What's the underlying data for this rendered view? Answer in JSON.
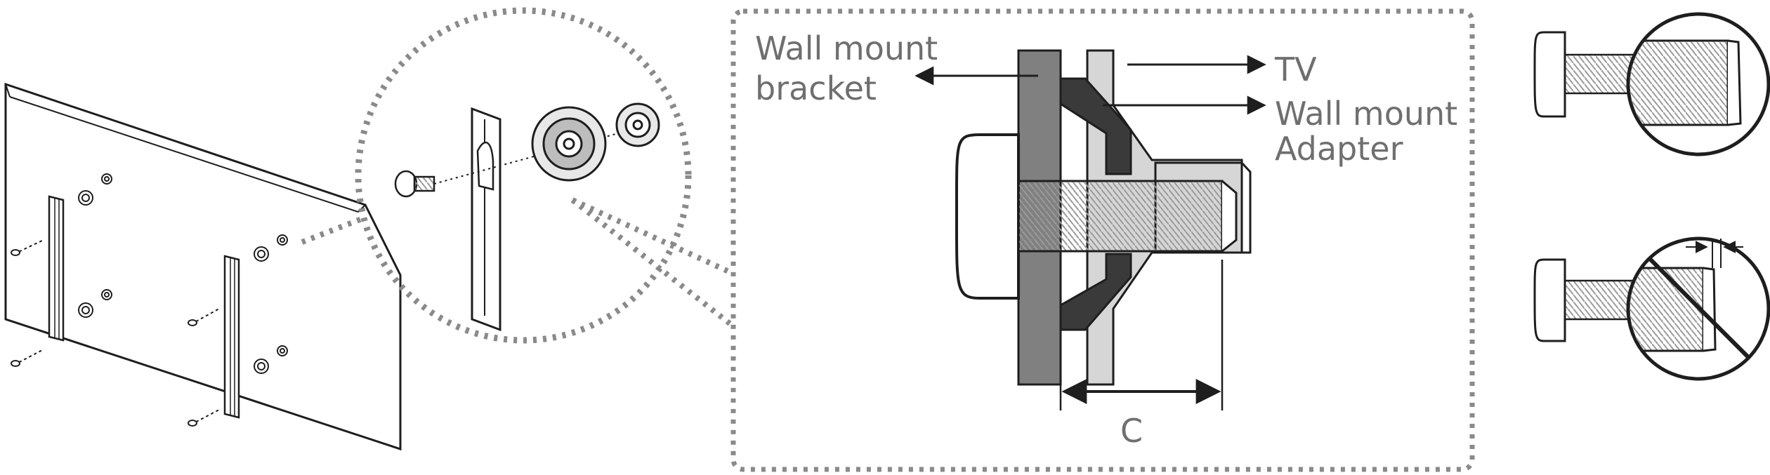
{
  "labels": {
    "wall_mount_bracket_line1": "Wall mount",
    "wall_mount_bracket_line2": "bracket",
    "tv": "TV",
    "wall_mount_adapter_line1": "Wall mount",
    "wall_mount_adapter_line2": "Adapter",
    "dimension_c": "C"
  },
  "colors": {
    "line": "#1e1e1e",
    "dotted": "#8a8a8a",
    "bracket_fill": "#808080",
    "adapter_fill": "#3a3a3a",
    "tv_fill": "#d6d6d6",
    "label_text": "#6f6f6f"
  }
}
